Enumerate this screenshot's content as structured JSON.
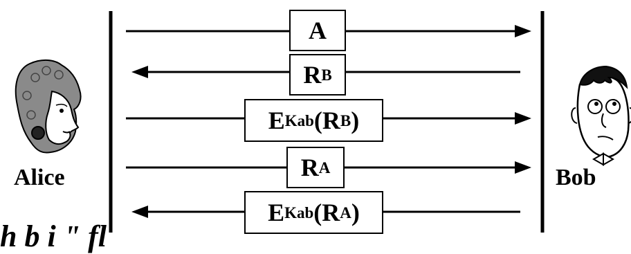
{
  "participants": {
    "left": "Alice",
    "right": "Bob"
  },
  "messages": [
    {
      "direction": "to-right",
      "main": "A",
      "sub": "",
      "func": ""
    },
    {
      "direction": "to-left",
      "main": "R",
      "sub": "B",
      "func": ""
    },
    {
      "direction": "to-right",
      "main": "R",
      "sub": "B",
      "func": "E",
      "func_sub": "Kab"
    },
    {
      "direction": "to-right",
      "main": "R",
      "sub": "A",
      "func": ""
    },
    {
      "direction": "to-left",
      "main": "R",
      "sub": "A",
      "func": "E",
      "func_sub": "Kab"
    }
  ],
  "bottom_caption_partial": "h b i \" fl",
  "colors": {
    "line": "#000000",
    "box": "#ffffff"
  }
}
